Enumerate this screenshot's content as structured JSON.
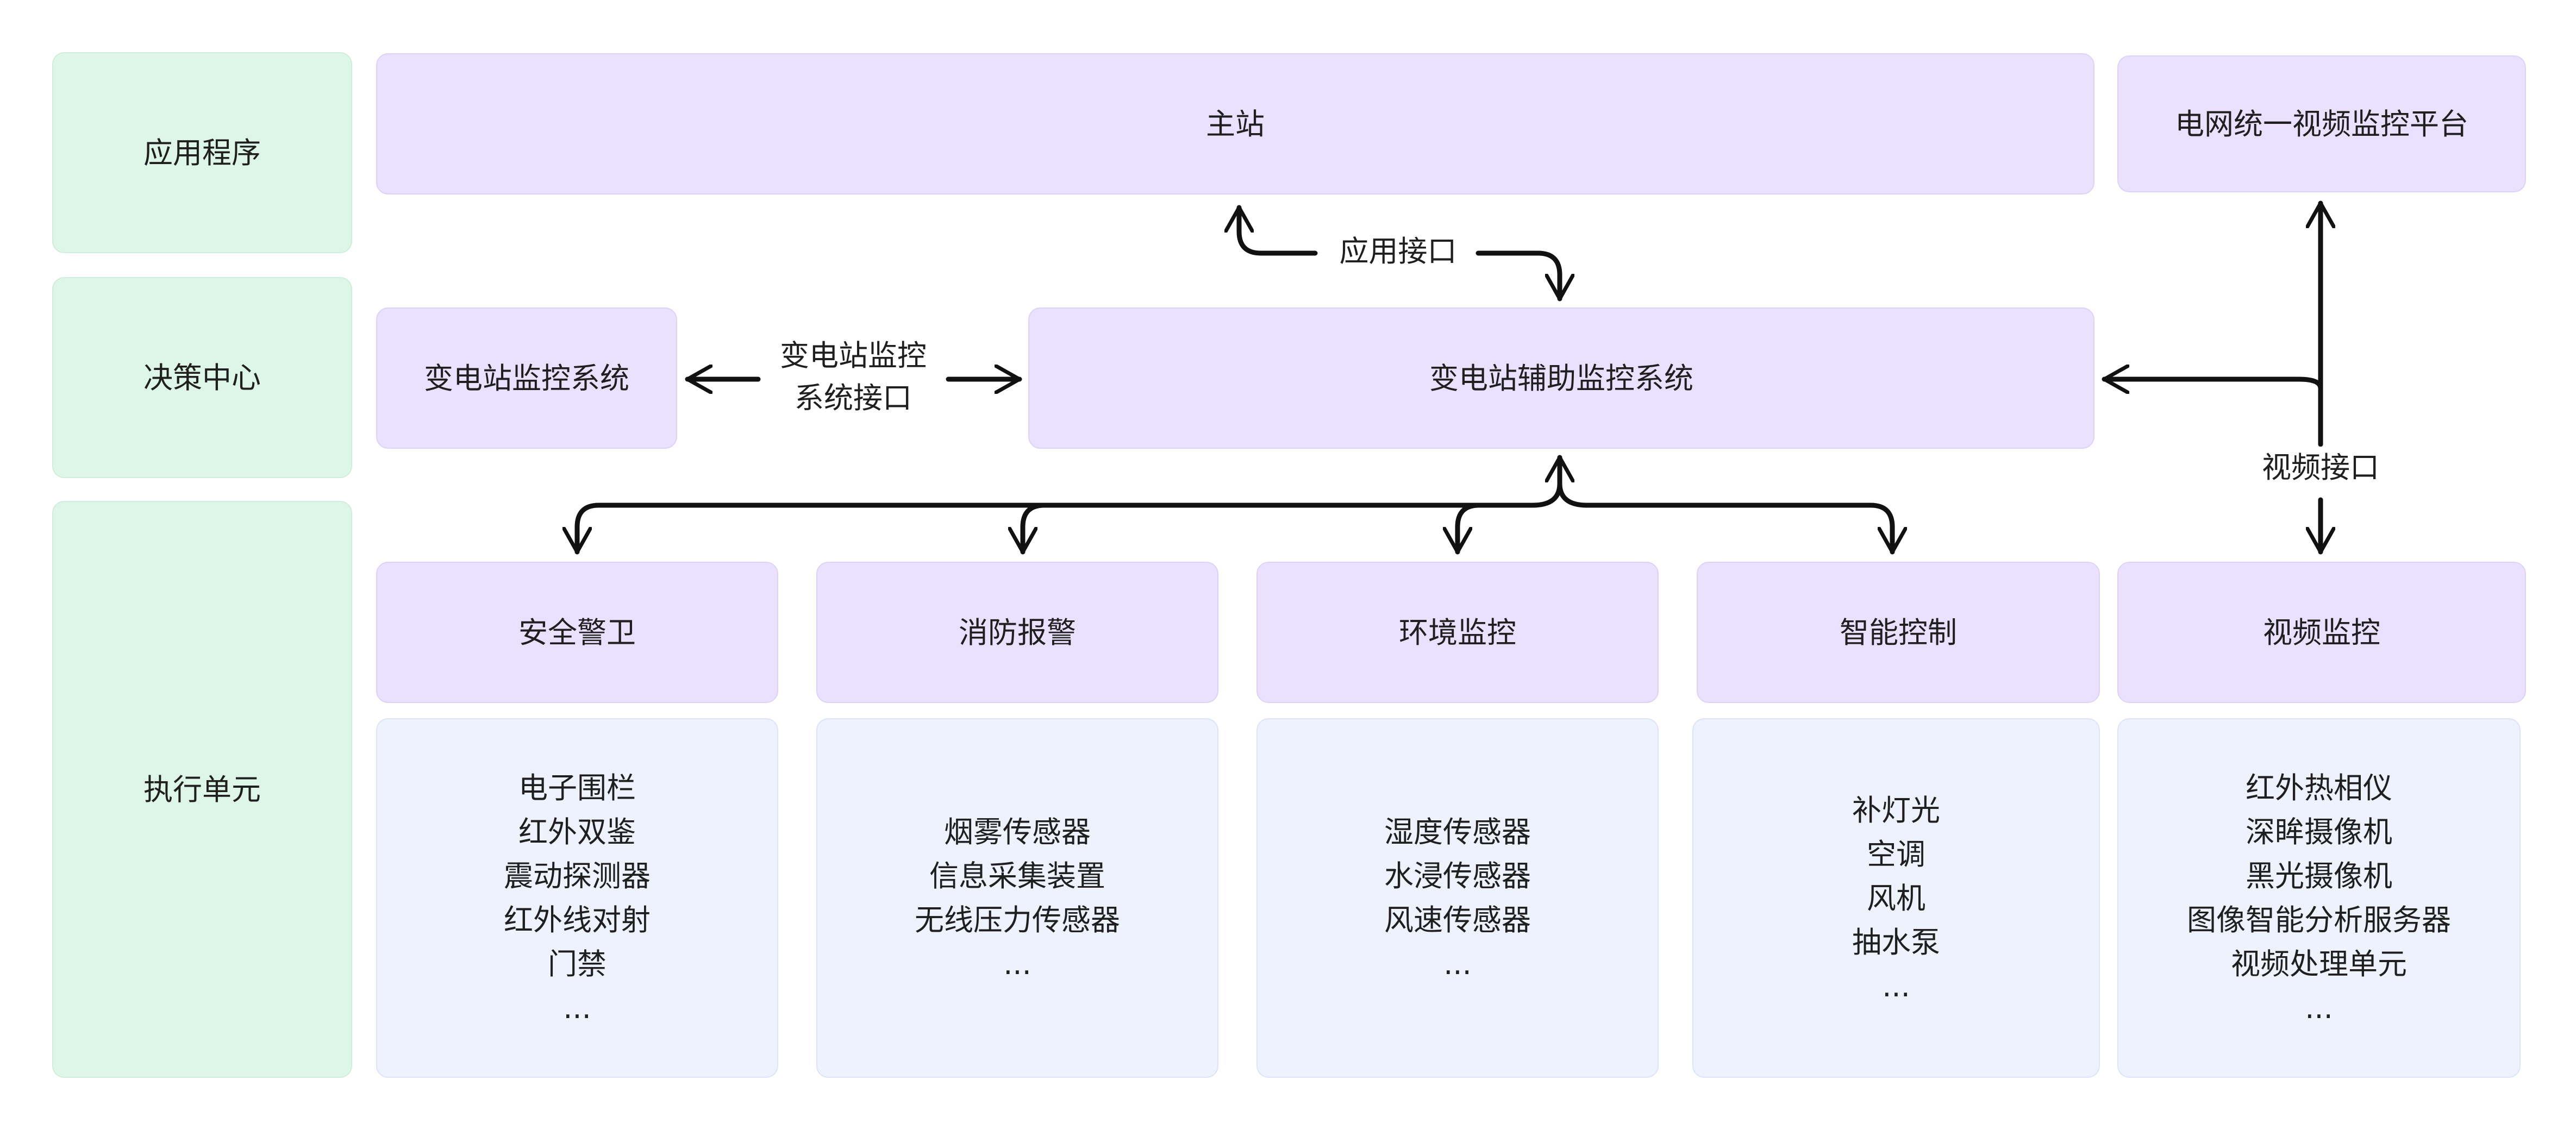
{
  "layers": {
    "app": "应用程序",
    "decision": "决策中心",
    "exec": "执行单元"
  },
  "top": {
    "master": "主站",
    "video_platform": "电网统一视频监控平台"
  },
  "middle": {
    "substation_monitor": "变电站监控系统",
    "aux_monitor": "变电站辅助监控系统"
  },
  "interfaces": {
    "app_interface": "应用接口",
    "substation_interface_line1": "变电站监控",
    "substation_interface_line2": "系统接口",
    "video_interface": "视频接口"
  },
  "units": [
    {
      "title": "安全警卫",
      "items": [
        "电子围栏",
        "红外双鉴",
        "震动探测器",
        "红外线对射",
        "门禁",
        "..."
      ]
    },
    {
      "title": "消防报警",
      "items": [
        "烟雾传感器",
        "信息采集装置",
        "无线压力传感器",
        "..."
      ]
    },
    {
      "title": "环境监控",
      "items": [
        "湿度传感器",
        "水浸传感器",
        "风速传感器",
        "..."
      ]
    },
    {
      "title": "智能控制",
      "items": [
        "补灯光",
        "空调",
        "风机",
        "抽水泵",
        "..."
      ]
    },
    {
      "title": "视频监控",
      "items": [
        "红外热相仪",
        "深眸摄像机",
        "黑光摄像机",
        "图像智能分析服务器",
        "视频处理单元",
        "..."
      ]
    }
  ]
}
